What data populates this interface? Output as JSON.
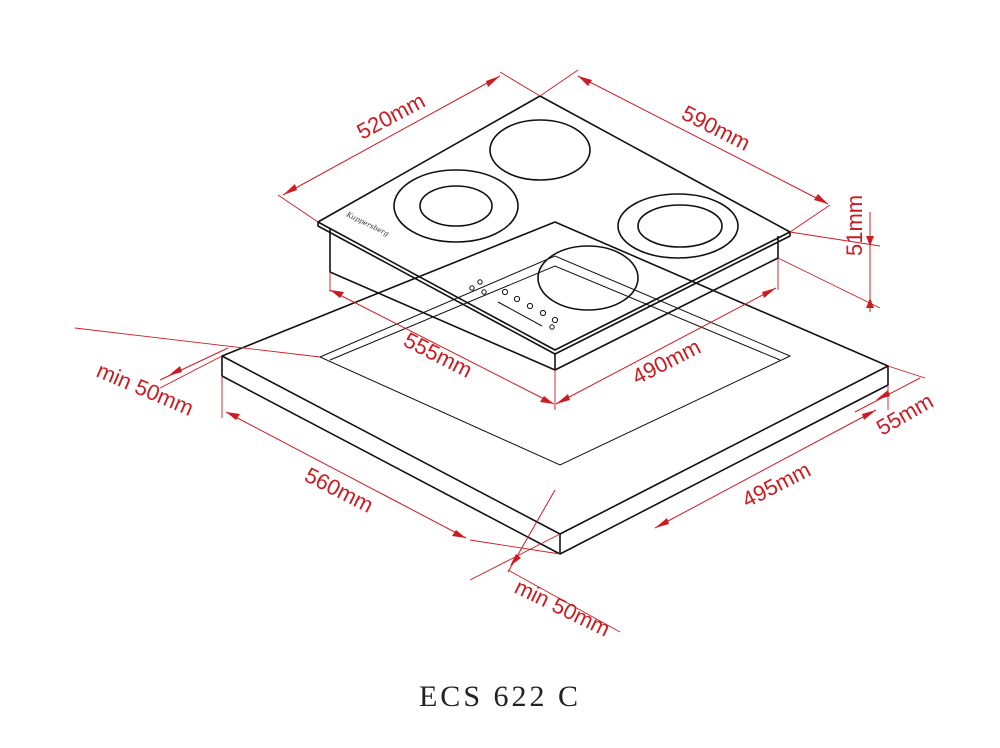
{
  "model": "ECS 622 C",
  "brand_mark": "Kuppersberg",
  "colors": {
    "dimension": "#cc1c22",
    "outline": "#111111",
    "background": "#ffffff"
  },
  "dimensions": {
    "hob_width": "520mm",
    "hob_depth": "590mm",
    "hob_height": "51mm",
    "cutout_width": "555mm",
    "cutout_depth": "490mm",
    "min_clearance_left": "min 50mm",
    "worktop_width": "560mm",
    "worktop_depth": "495mm",
    "worktop_edge": "55mm",
    "min_clearance_front": "min 50mm"
  }
}
